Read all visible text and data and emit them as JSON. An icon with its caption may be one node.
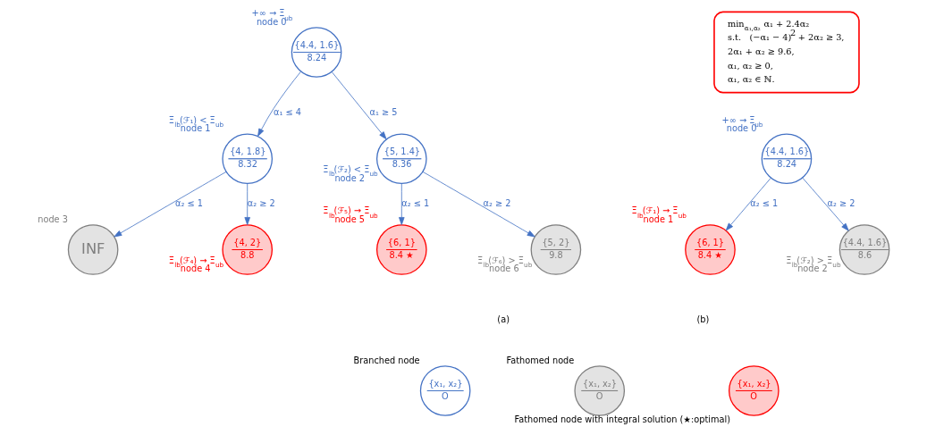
{
  "diagram": {
    "nodes": [
      {
        "text": [
          "{4.4, 1.6}",
          "8.24"
        ],
        "beside": [
          "node 0",
          "+∞ → Ξ$_{ub}$"
        ]
      },
      {
        "text": [
          "{4, 1.8}",
          "8.32"
        ],
        "beside": [
          "node 1",
          "Ξ$_{lb}$(ℱ₁) < Ξ$_{ub}$"
        ]
      },
      {
        "text": [
          "{5, 1.4}",
          "8.36"
        ],
        "beside": [
          "node 2",
          "Ξ$_{lb}$(ℱ₂) < Ξ$_{ub}$"
        ]
      },
      {
        "text": [
          "INF"
        ],
        "beside": [
          "node 3"
        ]
      },
      {
        "text": [
          "{4, 2}",
          "8.8"
        ],
        "beside": [
          "node 4",
          "Ξ$_{lb}$(ℱ₄) → Ξ$_{ub}$"
        ]
      },
      {
        "text": [
          "{6, 1}",
          "8.4",
          "★"
        ],
        "beside": [
          "node 5",
          "Ξ$_{lb}$(ℱ₅) → Ξ$_{ub}$"
        ]
      },
      {
        "text": [
          "{5, 2}",
          "9.8"
        ],
        "beside": [
          "node 6",
          "Ξ$_{lb}$(ℱ₆) > Ξ$_{ub}$"
        ]
      },
      {
        "text": [
          "min$_{α₁,α₂}$   α₁ + 2.4α₂",
          "s.t.   (−α₁ − 4)$^{2}$ + 2α₂ ≥ 3,",
          "2α₁ + α₂ ≥ 9.6,",
          "α₁, α₂ ≥ 0,",
          "α₁, α₂ ∈ ℕ."
        ]
      },
      {
        "text": [
          "{4.4, 1.6}",
          "8.24"
        ],
        "beside": [
          "node 0",
          "+∞ → Ξ$_{ub}$"
        ]
      },
      {
        "text": [
          "{6, 1}",
          "8.4",
          "★"
        ],
        "beside": [
          "node 1",
          "Ξ$_{lb}$(ℱ₁) → Ξ$_{ub}$"
        ]
      },
      {
        "text": [
          "{4.4, 1.6}",
          "8.6"
        ],
        "beside": [
          "node 2",
          "Ξ$_{lb}$(ℱ₂) > Ξ$_{ub}$"
        ]
      },
      {
        "text": [
          "{x₁, x₂}",
          "O"
        ],
        "beside": [
          "Branched node"
        ]
      },
      {
        "text": [
          "{x₁, x₂}",
          "O"
        ],
        "beside": [
          "Fathomed node"
        ]
      },
      {
        "text": [
          "{x₁, x₂}",
          "O"
        ],
        "beside": [
          "Fathomed node with integral solution (★:optimal)"
        ]
      }
    ],
    "edges": [
      {
        "from": 0,
        "to": 1,
        "arrow": "to",
        "label": "α₁ ≤ 4"
      },
      {
        "from": 0,
        "to": 2,
        "arrow": "to",
        "label": "α₁ ≥ 5"
      },
      {
        "from": 1,
        "to": 3,
        "arrow": "to",
        "label": "α₂ ≤ 1"
      },
      {
        "from": 1,
        "to": 4,
        "arrow": "to",
        "label": "α₂ ≥ 2"
      },
      {
        "from": 2,
        "to": 5,
        "arrow": "to",
        "label": "α₂ ≤ 1"
      },
      {
        "from": 2,
        "to": 6,
        "arrow": "to",
        "label": "α₂ ≥ 2"
      },
      {
        "from": 8,
        "to": 9,
        "arrow": "to",
        "label": "α₂ ≤ 1"
      },
      {
        "from": 8,
        "to": 10,
        "arrow": "to",
        "label": "α₂ ≥ 2"
      }
    ],
    "labels": [
      "(a)",
      "(b)"
    ]
  }
}
